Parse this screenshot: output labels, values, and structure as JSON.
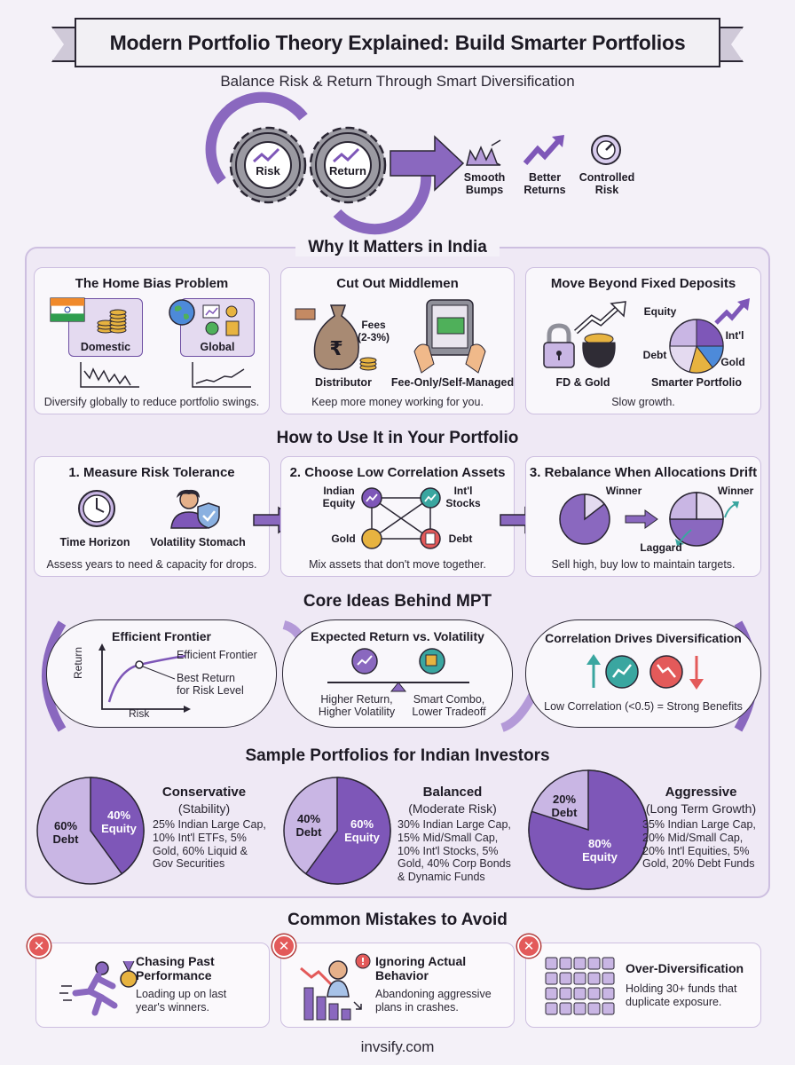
{
  "title": "Modern Portfolio Theory Explained: Build Smarter Portfolios",
  "subtitle": "Balance Risk & Return Through Smart Diversification",
  "hero": {
    "gear_risk": "Risk",
    "gear_return": "Return",
    "outcomes": [
      {
        "icon": "bumps-icon",
        "label": "Smooth\nBumps"
      },
      {
        "icon": "trend-up-icon",
        "label": "Better\nReturns"
      },
      {
        "icon": "gauge-icon",
        "label": "Controlled\nRisk"
      }
    ]
  },
  "why": {
    "title": "Why It Matters in India",
    "home_bias": {
      "title": "The Home Bias Problem",
      "domestic": "Domestic",
      "global": "Global",
      "caption": "Diversify globally to reduce portfolio swings."
    },
    "middlemen": {
      "title": "Cut Out Middlemen",
      "fees": "Fees\n(2-3%)",
      "distributor": "Distributor",
      "fee_only": "Fee-Only/Self-Managed",
      "caption": "Keep more money working for you."
    },
    "fixed_deposits": {
      "title": "Move Beyond Fixed Deposits",
      "fd_gold": "FD & Gold",
      "smarter": "Smarter Portfolio",
      "equity": "Equity",
      "intl": "Int'l",
      "debt": "Debt",
      "gold": "Gold",
      "caption": "Slow growth."
    }
  },
  "how": {
    "title": "How to Use It in Your Portfolio",
    "step1": {
      "title": "1. Measure Risk Tolerance",
      "time": "Time Horizon",
      "stomach": "Volatility Stomach",
      "caption": "Assess years to need & capacity for drops."
    },
    "step2": {
      "title": "2. Choose Low Correlation Assets",
      "indian_equity": "Indian\nEquity",
      "intl_stocks": "Int'l\nStocks",
      "gold": "Gold",
      "debt": "Debt",
      "caption": "Mix assets that don't move together."
    },
    "step3": {
      "title": "3. Rebalance When Allocations Drift",
      "winner1": "Winner",
      "winner2": "Winner",
      "laggard": "Laggard",
      "caption": "Sell high, buy low to maintain targets."
    }
  },
  "core": {
    "title": "Core Ideas Behind MPT",
    "frontier": {
      "title": "Efficient Frontier",
      "curve_label": "Efficient Frontier",
      "point_label": "Best Return\nfor Risk Level",
      "ylabel": "Return",
      "xlabel": "Risk"
    },
    "expected": {
      "title": "Expected Return vs. Volatility",
      "left": "Higher Return,\nHigher Volatility",
      "right": "Smart Combo,\nLower Tradeoff"
    },
    "correlation": {
      "title": "Correlation Drives Diversification",
      "caption": "Low Correlation (<0.5) = Strong Benefits"
    }
  },
  "samples": {
    "title": "Sample Portfolios for Indian Investors",
    "portfolios": [
      {
        "name": "Conservative",
        "sub": "(Stability)",
        "equity_pct": 40,
        "debt_pct": 60,
        "equity_label": "40%\nEquity",
        "debt_label": "60%\nDebt",
        "desc": "25% Indian Large Cap,\n10% Int'l ETFs, 5%\nGold, 60% Liquid &\nGov Securities"
      },
      {
        "name": "Balanced",
        "sub": "(Moderate Risk)",
        "equity_pct": 60,
        "debt_pct": 40,
        "equity_label": "60%\nEquity",
        "debt_label": "40%\nDebt",
        "desc": "30% Indian Large Cap,\n15% Mid/Small Cap,\n10% Int'l Stocks, 5%\nGold, 40% Corp Bonds\n& Dynamic Funds"
      },
      {
        "name": "Aggressive",
        "sub": "(Long Term Growth)",
        "equity_pct": 80,
        "debt_pct": 20,
        "equity_label": "80%\nEquity",
        "debt_label": "20%\nDebt",
        "desc": "35% Indian Large Cap,\n20% Mid/Small Cap,\n20% Int'l Equities, 5%\nGold, 20% Debt Funds"
      }
    ]
  },
  "mistakes": {
    "title": "Common Mistakes to Avoid",
    "items": [
      {
        "title": "Chasing Past\nPerformance",
        "desc": "Loading up on last\nyear's winners."
      },
      {
        "title": "Ignoring Actual\nBehavior",
        "desc": "Abandoning aggressive\nplans in crashes."
      },
      {
        "title": "Over-Diversification",
        "desc": "Holding 30+ funds that\nduplicate exposure."
      }
    ]
  },
  "footer": "invsify.com",
  "colors": {
    "purple": "#7e57b8",
    "light_purple": "#c9b6e4",
    "panel": "#efe9f5",
    "red": "#e35a5a",
    "teal": "#3aa6a0",
    "gold": "#e7b340"
  }
}
